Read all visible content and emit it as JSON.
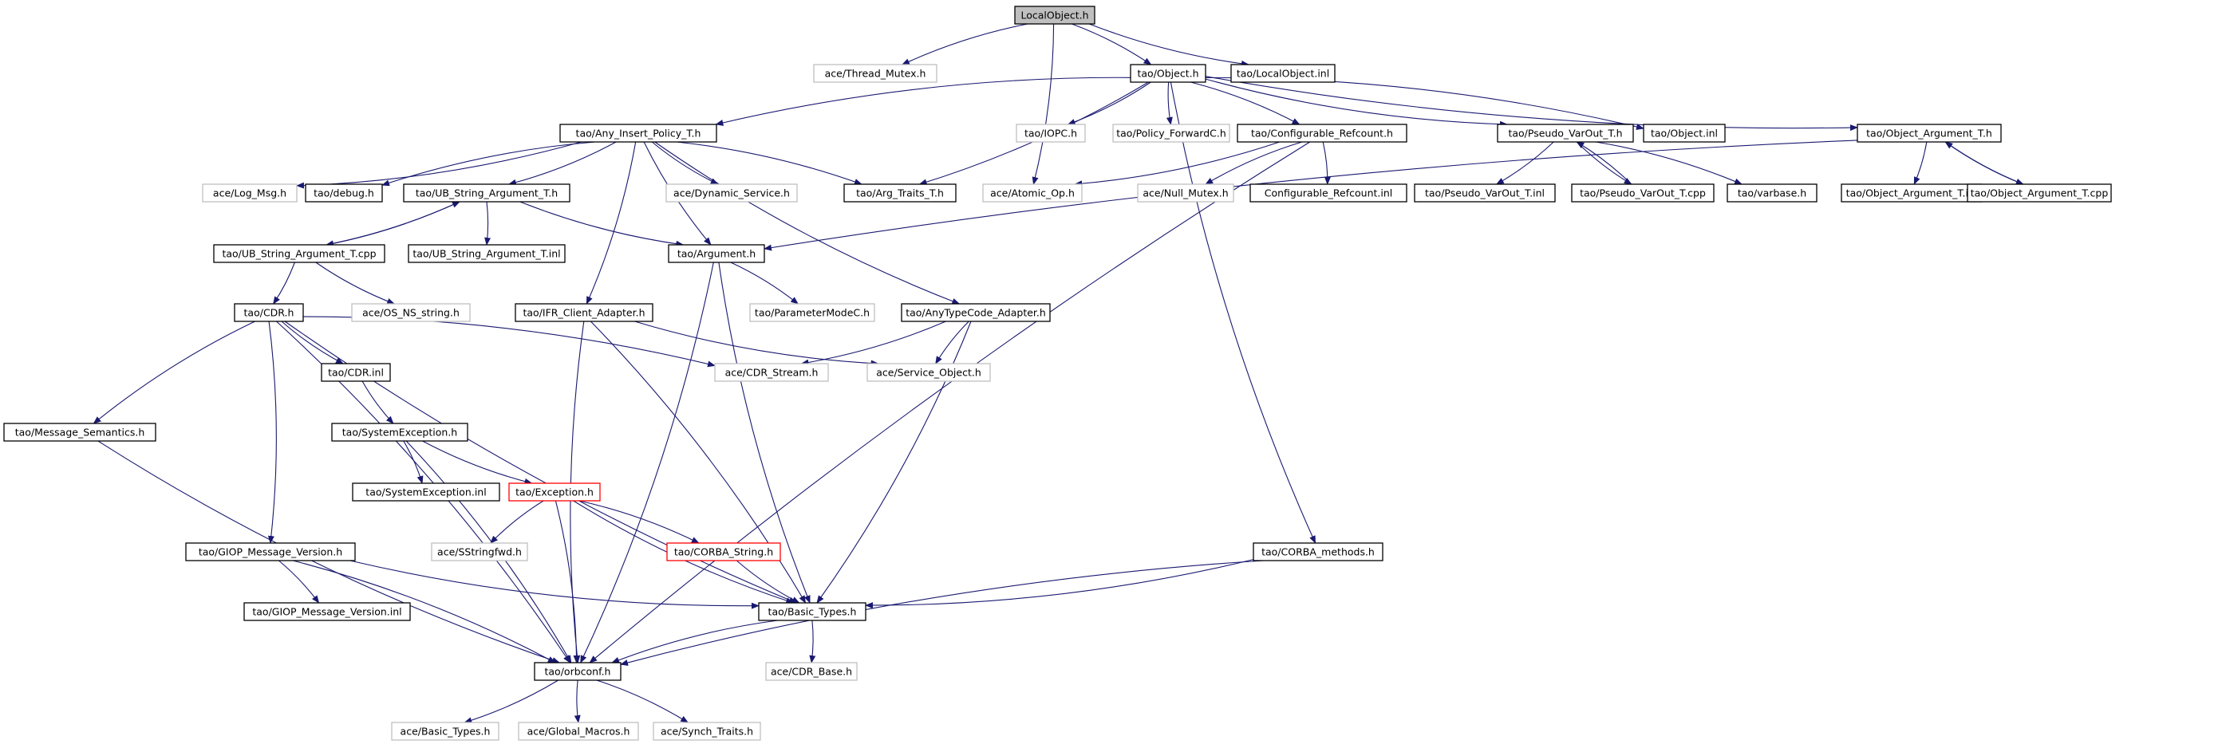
{
  "nodes": [
    {
      "id": "root",
      "label": "LocalObject.h",
      "kind": "root"
    },
    {
      "id": "thread_mutex",
      "label": "ace/Thread_Mutex.h",
      "kind": "external"
    },
    {
      "id": "object_h",
      "label": "tao/Object.h",
      "kind": "normal"
    },
    {
      "id": "localobject_inl",
      "label": "tao/LocalObject.inl",
      "kind": "normal"
    },
    {
      "id": "any_insert",
      "label": "tao/Any_Insert_Policy_T.h",
      "kind": "normal"
    },
    {
      "id": "iopc",
      "label": "tao/IOPC.h",
      "kind": "external"
    },
    {
      "id": "policy_forward",
      "label": "tao/Policy_ForwardC.h",
      "kind": "external"
    },
    {
      "id": "conf_refcount",
      "label": "tao/Configurable_Refcount.h",
      "kind": "normal"
    },
    {
      "id": "pseudo_varout",
      "label": "tao/Pseudo_VarOut_T.h",
      "kind": "normal"
    },
    {
      "id": "object_inl",
      "label": "tao/Object.inl",
      "kind": "normal"
    },
    {
      "id": "object_arg",
      "label": "tao/Object_Argument_T.h",
      "kind": "normal"
    },
    {
      "id": "log_msg",
      "label": "ace/Log_Msg.h",
      "kind": "external"
    },
    {
      "id": "debug_h",
      "label": "tao/debug.h",
      "kind": "normal"
    },
    {
      "id": "ub_string_arg",
      "label": "tao/UB_String_Argument_T.h",
      "kind": "normal"
    },
    {
      "id": "dynamic_service",
      "label": "ace/Dynamic_Service.h",
      "kind": "external"
    },
    {
      "id": "arg_traits",
      "label": "tao/Arg_Traits_T.h",
      "kind": "normal"
    },
    {
      "id": "atomic_op",
      "label": "ace/Atomic_Op.h",
      "kind": "external"
    },
    {
      "id": "null_mutex",
      "label": "ace/Null_Mutex.h",
      "kind": "external"
    },
    {
      "id": "conf_refcount_inl",
      "label": "Configurable_Refcount.inl",
      "kind": "normal"
    },
    {
      "id": "pseudo_varout_inl",
      "label": "tao/Pseudo_VarOut_T.inl",
      "kind": "normal"
    },
    {
      "id": "pseudo_varout_cpp",
      "label": "tao/Pseudo_VarOut_T.cpp",
      "kind": "normal"
    },
    {
      "id": "varbase",
      "label": "tao/varbase.h",
      "kind": "normal"
    },
    {
      "id": "object_arg_inl",
      "label": "tao/Object_Argument_T.inl",
      "kind": "normal"
    },
    {
      "id": "object_arg_cpp",
      "label": "tao/Object_Argument_T.cpp",
      "kind": "normal"
    },
    {
      "id": "ub_string_arg_cpp",
      "label": "tao/UB_String_Argument_T.cpp",
      "kind": "normal"
    },
    {
      "id": "ub_string_arg_inl",
      "label": "tao/UB_String_Argument_T.inl",
      "kind": "normal"
    },
    {
      "id": "argument_h",
      "label": "tao/Argument.h",
      "kind": "normal"
    },
    {
      "id": "cdr_h",
      "label": "tao/CDR.h",
      "kind": "normal"
    },
    {
      "id": "os_ns_string",
      "label": "ace/OS_NS_string.h",
      "kind": "external"
    },
    {
      "id": "ifr_client",
      "label": "tao/IFR_Client_Adapter.h",
      "kind": "normal"
    },
    {
      "id": "parameter_mode",
      "label": "tao/ParameterModeC.h",
      "kind": "external"
    },
    {
      "id": "anytypecode",
      "label": "tao/AnyTypeCode_Adapter.h",
      "kind": "normal"
    },
    {
      "id": "cdr_inl",
      "label": "tao/CDR.inl",
      "kind": "normal"
    },
    {
      "id": "cdr_stream",
      "label": "ace/CDR_Stream.h",
      "kind": "external"
    },
    {
      "id": "service_object",
      "label": "ace/Service_Object.h",
      "kind": "external"
    },
    {
      "id": "message_semantics",
      "label": "tao/Message_Semantics.h",
      "kind": "normal"
    },
    {
      "id": "system_exception",
      "label": "tao/SystemException.h",
      "kind": "normal"
    },
    {
      "id": "system_exception_inl",
      "label": "tao/SystemException.inl",
      "kind": "normal"
    },
    {
      "id": "exception_h",
      "label": "tao/Exception.h",
      "kind": "truncated"
    },
    {
      "id": "sstringfwd",
      "label": "ace/SStringfwd.h",
      "kind": "external"
    },
    {
      "id": "corba_string",
      "label": "tao/CORBA_String.h",
      "kind": "truncated"
    },
    {
      "id": "giop_msg_version",
      "label": "tao/GIOP_Message_Version.h",
      "kind": "normal"
    },
    {
      "id": "corba_methods",
      "label": "tao/CORBA_methods.h",
      "kind": "normal"
    },
    {
      "id": "giop_msg_version_inl",
      "label": "tao/GIOP_Message_Version.inl",
      "kind": "normal"
    },
    {
      "id": "basic_types",
      "label": "tao/Basic_Types.h",
      "kind": "normal"
    },
    {
      "id": "orbconf",
      "label": "tao/orbconf.h",
      "kind": "normal"
    },
    {
      "id": "cdr_base",
      "label": "ace/CDR_Base.h",
      "kind": "external"
    },
    {
      "id": "ace_basic_types",
      "label": "ace/Basic_Types.h",
      "kind": "external"
    },
    {
      "id": "global_macros",
      "label": "ace/Global_Macros.h",
      "kind": "external"
    },
    {
      "id": "synch_traits",
      "label": "ace/Synch_Traits.h",
      "kind": "external"
    }
  ],
  "edges": [
    [
      "root",
      "thread_mutex"
    ],
    [
      "root",
      "object_h"
    ],
    [
      "root",
      "localobject_inl"
    ],
    [
      "root",
      "atomic_op"
    ],
    [
      "object_h",
      "any_insert"
    ],
    [
      "object_h",
      "iopc"
    ],
    [
      "object_h",
      "policy_forward"
    ],
    [
      "object_h",
      "conf_refcount"
    ],
    [
      "object_h",
      "pseudo_varout"
    ],
    [
      "object_h",
      "object_inl"
    ],
    [
      "object_h",
      "object_arg"
    ],
    [
      "object_h",
      "arg_traits"
    ],
    [
      "object_h",
      "corba_methods"
    ],
    [
      "any_insert",
      "log_msg"
    ],
    [
      "any_insert",
      "debug_h"
    ],
    [
      "any_insert",
      "ub_string_arg"
    ],
    [
      "any_insert",
      "dynamic_service"
    ],
    [
      "any_insert",
      "arg_traits"
    ],
    [
      "any_insert",
      "argument_h"
    ],
    [
      "any_insert",
      "ifr_client"
    ],
    [
      "any_insert",
      "anytypecode"
    ],
    [
      "conf_refcount",
      "atomic_op"
    ],
    [
      "conf_refcount",
      "null_mutex"
    ],
    [
      "conf_refcount",
      "conf_refcount_inl"
    ],
    [
      "conf_refcount",
      "orbconf"
    ],
    [
      "pseudo_varout",
      "pseudo_varout_inl"
    ],
    [
      "pseudo_varout",
      "pseudo_varout_cpp"
    ],
    [
      "pseudo_varout",
      "varbase"
    ],
    [
      "pseudo_varout_cpp",
      "pseudo_varout"
    ],
    [
      "object_arg",
      "object_arg_inl"
    ],
    [
      "object_arg",
      "object_arg_cpp"
    ],
    [
      "object_arg_cpp",
      "object_arg"
    ],
    [
      "object_arg",
      "argument_h"
    ],
    [
      "ub_string_arg",
      "ub_string_arg_cpp"
    ],
    [
      "ub_string_arg_cpp",
      "ub_string_arg"
    ],
    [
      "ub_string_arg",
      "ub_string_arg_inl"
    ],
    [
      "ub_string_arg",
      "argument_h"
    ],
    [
      "ub_string_arg_cpp",
      "cdr_h"
    ],
    [
      "ub_string_arg_cpp",
      "os_ns_string"
    ],
    [
      "argument_h",
      "parameter_mode"
    ],
    [
      "argument_h",
      "basic_types"
    ],
    [
      "argument_h",
      "orbconf"
    ],
    [
      "cdr_h",
      "cdr_inl"
    ],
    [
      "cdr_h",
      "cdr_stream"
    ],
    [
      "cdr_h",
      "message_semantics"
    ],
    [
      "cdr_h",
      "giop_msg_version"
    ],
    [
      "cdr_h",
      "basic_types"
    ],
    [
      "cdr_h",
      "orbconf"
    ],
    [
      "ifr_client",
      "service_object"
    ],
    [
      "ifr_client",
      "basic_types"
    ],
    [
      "ifr_client",
      "orbconf"
    ],
    [
      "anytypecode",
      "cdr_stream"
    ],
    [
      "anytypecode",
      "service_object"
    ],
    [
      "anytypecode",
      "basic_types"
    ],
    [
      "cdr_inl",
      "system_exception"
    ],
    [
      "system_exception",
      "system_exception_inl"
    ],
    [
      "system_exception",
      "exception_h"
    ],
    [
      "system_exception",
      "orbconf"
    ],
    [
      "exception_h",
      "sstringfwd"
    ],
    [
      "exception_h",
      "corba_string"
    ],
    [
      "exception_h",
      "basic_types"
    ],
    [
      "exception_h",
      "orbconf"
    ],
    [
      "corba_string",
      "basic_types"
    ],
    [
      "giop_msg_version",
      "giop_msg_version_inl"
    ],
    [
      "giop_msg_version",
      "basic_types"
    ],
    [
      "giop_msg_version",
      "orbconf"
    ],
    [
      "message_semantics",
      "orbconf"
    ],
    [
      "corba_methods",
      "basic_types"
    ],
    [
      "corba_methods",
      "orbconf"
    ],
    [
      "basic_types",
      "cdr_base"
    ],
    [
      "basic_types",
      "orbconf"
    ],
    [
      "orbconf",
      "ace_basic_types"
    ],
    [
      "orbconf",
      "global_macros"
    ],
    [
      "orbconf",
      "synch_traits"
    ]
  ],
  "colors": {
    "edge": "#191970",
    "normal_border": "#000000",
    "external_border": "#bfbfbf",
    "truncated_border": "#ff0000",
    "root_fill": "#bfbfbf",
    "text": "#000000"
  }
}
